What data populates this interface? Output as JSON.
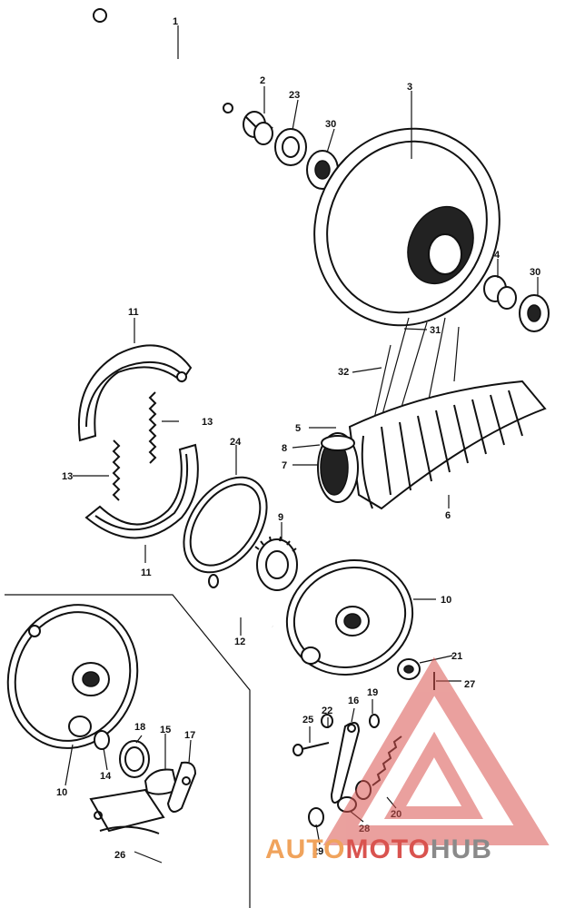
{
  "diagram": {
    "parts": [
      {
        "id": "p1",
        "number": "1"
      },
      {
        "id": "p2",
        "number": "2"
      },
      {
        "id": "p3",
        "number": "3"
      },
      {
        "id": "p4",
        "number": "4"
      },
      {
        "id": "p5",
        "number": "5"
      },
      {
        "id": "p6",
        "number": "6"
      },
      {
        "id": "p7",
        "number": "7"
      },
      {
        "id": "p8",
        "number": "8"
      },
      {
        "id": "p9",
        "number": "9"
      },
      {
        "id": "p10a",
        "number": "10"
      },
      {
        "id": "p10b",
        "number": "10"
      },
      {
        "id": "p11a",
        "number": "11"
      },
      {
        "id": "p11b",
        "number": "11"
      },
      {
        "id": "p12",
        "number": "12"
      },
      {
        "id": "p13a",
        "number": "13"
      },
      {
        "id": "p13b",
        "number": "13"
      },
      {
        "id": "p14",
        "number": "14"
      },
      {
        "id": "p15",
        "number": "15"
      },
      {
        "id": "p16",
        "number": "16"
      },
      {
        "id": "p17",
        "number": "17"
      },
      {
        "id": "p18",
        "number": "18"
      },
      {
        "id": "p19",
        "number": "19"
      },
      {
        "id": "p20",
        "number": "20"
      },
      {
        "id": "p21",
        "number": "21"
      },
      {
        "id": "p22",
        "number": "22"
      },
      {
        "id": "p23",
        "number": "23"
      },
      {
        "id": "p24",
        "number": "24"
      },
      {
        "id": "p25",
        "number": "25"
      },
      {
        "id": "p26",
        "number": "26"
      },
      {
        "id": "p27",
        "number": "27"
      },
      {
        "id": "p28",
        "number": "28"
      },
      {
        "id": "p29",
        "number": "29"
      },
      {
        "id": "p30a",
        "number": "30"
      },
      {
        "id": "p30b",
        "number": "30"
      },
      {
        "id": "p31",
        "number": "31"
      },
      {
        "id": "p32",
        "number": "32"
      }
    ]
  },
  "watermark": {
    "part1": "AUTO",
    "part2": "MOTO",
    "part3": "HUB",
    "color_orange": "#f0a35c",
    "color_red": "#d9534f",
    "color_gray": "#8a8a8a"
  }
}
